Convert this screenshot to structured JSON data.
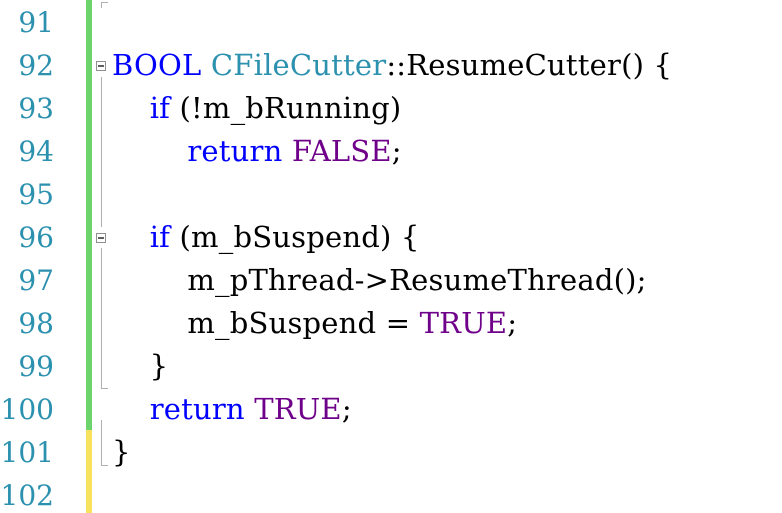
{
  "colors": {
    "line_number": "#2b91af",
    "keyword": "#0000ff",
    "class_name": "#2b91af",
    "macro": "#6f008a",
    "plain": "#000000",
    "saved_change": "#6dd36d",
    "unsaved_change": "#f7e15d"
  },
  "lines": [
    {
      "num": "91",
      "change": "saved",
      "tokens": []
    },
    {
      "num": "92",
      "change": "saved",
      "fold": true,
      "tokens": [
        {
          "t": "BOOL",
          "k": "type"
        },
        {
          "t": " ",
          "k": "plain"
        },
        {
          "t": "CFileCutter",
          "k": "class"
        },
        {
          "t": "::ResumeCutter() {",
          "k": "plain"
        }
      ]
    },
    {
      "num": "93",
      "change": "saved",
      "tokens": [
        {
          "t": "    ",
          "k": "plain"
        },
        {
          "t": "if",
          "k": "kw"
        },
        {
          "t": " (!m_bRunning)",
          "k": "plain"
        }
      ]
    },
    {
      "num": "94",
      "change": "saved",
      "tokens": [
        {
          "t": "        ",
          "k": "plain"
        },
        {
          "t": "return",
          "k": "kw"
        },
        {
          "t": " ",
          "k": "plain"
        },
        {
          "t": "FALSE",
          "k": "macro"
        },
        {
          "t": ";",
          "k": "plain"
        }
      ]
    },
    {
      "num": "95",
      "change": "saved",
      "tokens": []
    },
    {
      "num": "96",
      "change": "saved",
      "fold": true,
      "tokens": [
        {
          "t": "    ",
          "k": "plain"
        },
        {
          "t": "if",
          "k": "kw"
        },
        {
          "t": " (m_bSuspend) {",
          "k": "plain"
        }
      ]
    },
    {
      "num": "97",
      "change": "saved",
      "tokens": [
        {
          "t": "        m_pThread->ResumeThread();",
          "k": "plain"
        }
      ]
    },
    {
      "num": "98",
      "change": "saved",
      "tokens": [
        {
          "t": "        m_bSuspend = ",
          "k": "plain"
        },
        {
          "t": "TRUE",
          "k": "macro"
        },
        {
          "t": ";",
          "k": "plain"
        }
      ]
    },
    {
      "num": "99",
      "change": "saved",
      "tokens": [
        {
          "t": "    }",
          "k": "plain"
        }
      ]
    },
    {
      "num": "100",
      "change": "saved",
      "tokens": [
        {
          "t": "    ",
          "k": "plain"
        },
        {
          "t": "return",
          "k": "kw"
        },
        {
          "t": " ",
          "k": "plain"
        },
        {
          "t": "TRUE",
          "k": "macro"
        },
        {
          "t": ";",
          "k": "plain"
        }
      ]
    },
    {
      "num": "101",
      "change": "unsaved",
      "tokens": [
        {
          "t": "}",
          "k": "plain"
        }
      ]
    },
    {
      "num": "102",
      "change": "unsaved",
      "tokens": []
    }
  ]
}
